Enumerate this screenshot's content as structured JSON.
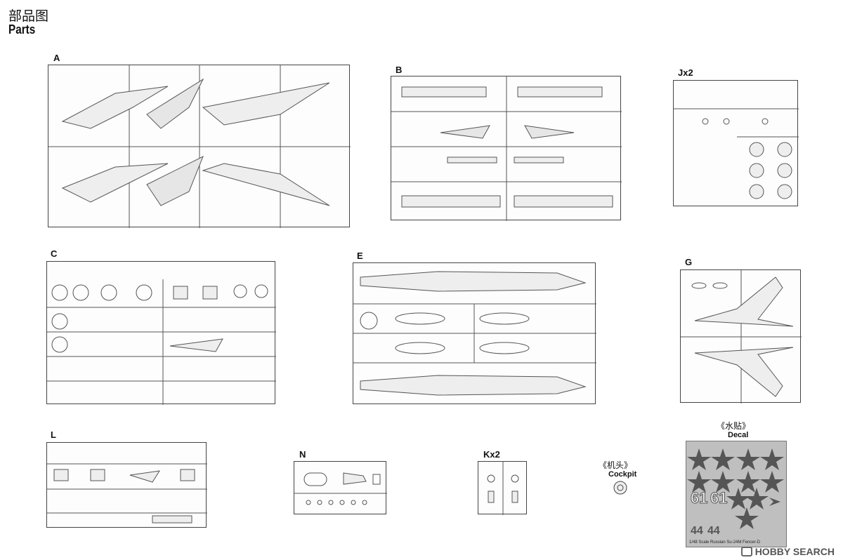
{
  "header": {
    "title_cn": "部品图",
    "title_en": "Parts"
  },
  "sprues": {
    "A": "A",
    "B": "B",
    "J": "Jx2",
    "C": "C",
    "E": "E",
    "G": "G",
    "L": "L",
    "N": "N",
    "K": "Kx2"
  },
  "cockpit": {
    "label_cn": "《机头》",
    "label_en": "Cockpit"
  },
  "decal": {
    "label_cn": "《水贴》",
    "label_en": "Decal",
    "numbers": [
      "61",
      "61"
    ],
    "bottom_numbers": [
      "44",
      "44"
    ],
    "footer": "1/48 Scale  Russian Su-24M Fencer-D"
  },
  "watermark": {
    "text": "HOBBY SEARCH"
  },
  "colors": {
    "line": "#444444",
    "decal_bg": "#bfbfbf",
    "star": "#555555"
  }
}
